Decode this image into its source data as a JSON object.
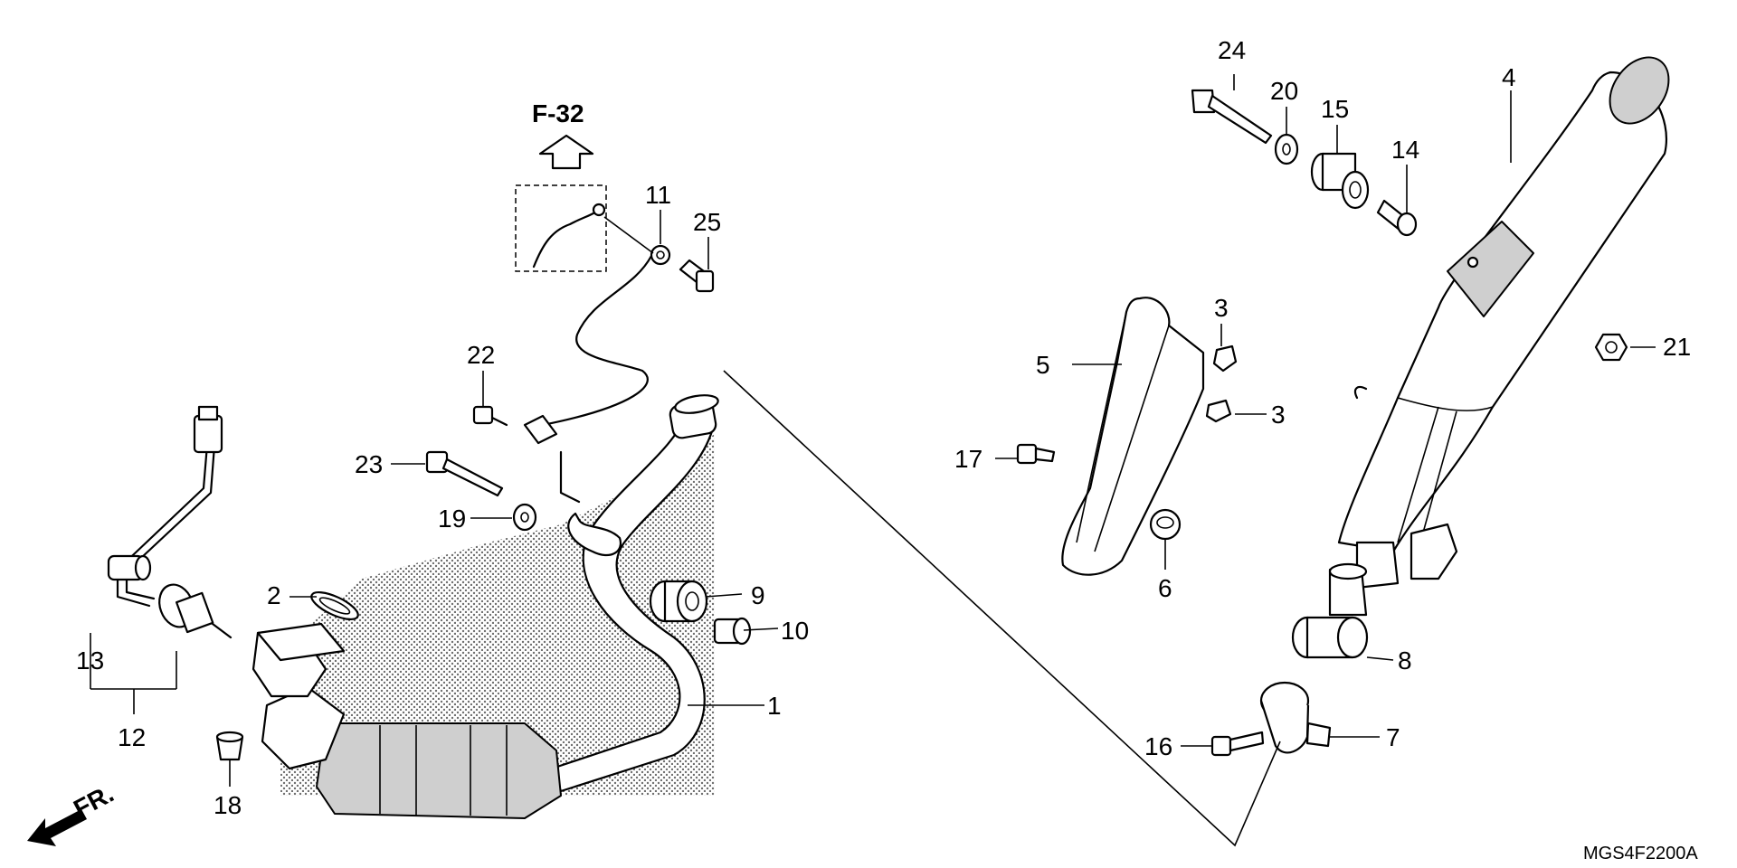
{
  "diagram_code": "MGS4F2200A",
  "reference": "F-32",
  "front_label": "FR.",
  "labels": {
    "p1": "1",
    "p2": "2",
    "p3a": "3",
    "p3b": "3",
    "p4": "4",
    "p5": "5",
    "p6": "6",
    "p7": "7",
    "p8": "8",
    "p9": "9",
    "p10": "10",
    "p11": "11",
    "p12": "12",
    "p13": "13",
    "p14": "14",
    "p15": "15",
    "p16": "16",
    "p17": "17",
    "p18": "18",
    "p19": "19",
    "p20": "20",
    "p21": "21",
    "p22": "22",
    "p23": "23",
    "p24": "24",
    "p25": "25"
  },
  "colors": {
    "line": "#000000",
    "background": "#ffffff",
    "shade": "#cfcfcf"
  }
}
